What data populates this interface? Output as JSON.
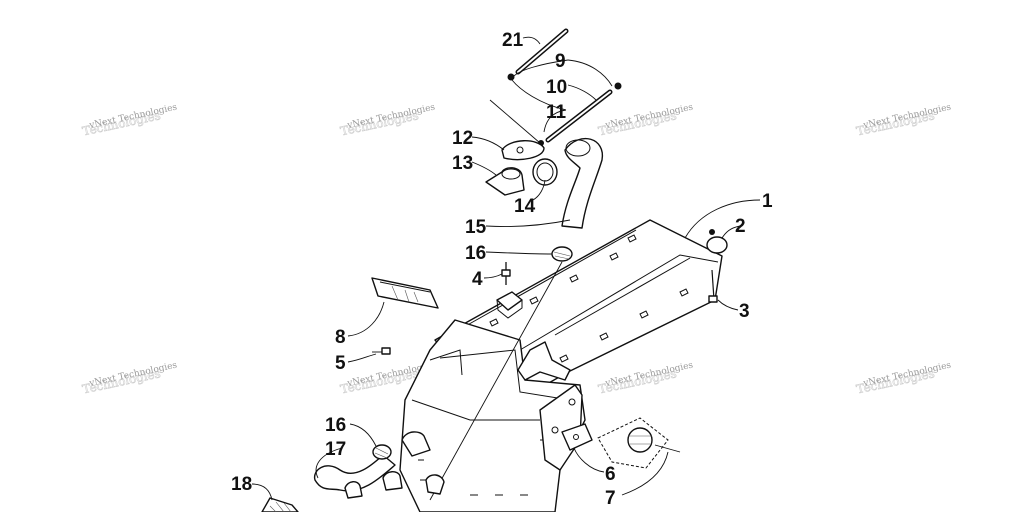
{
  "diagram": {
    "callouts": [
      {
        "id": "c21",
        "label": "21"
      },
      {
        "id": "c9",
        "label": "9"
      },
      {
        "id": "c10",
        "label": "10"
      },
      {
        "id": "c11",
        "label": "11"
      },
      {
        "id": "c12",
        "label": "12"
      },
      {
        "id": "c13",
        "label": "13"
      },
      {
        "id": "c14",
        "label": "14"
      },
      {
        "id": "c15",
        "label": "15"
      },
      {
        "id": "c16a",
        "label": "16"
      },
      {
        "id": "c4",
        "label": "4"
      },
      {
        "id": "c1",
        "label": "1"
      },
      {
        "id": "c2",
        "label": "2"
      },
      {
        "id": "c3",
        "label": "3"
      },
      {
        "id": "c8",
        "label": "8"
      },
      {
        "id": "c5",
        "label": "5"
      },
      {
        "id": "c16b",
        "label": "16"
      },
      {
        "id": "c17",
        "label": "17"
      },
      {
        "id": "c18",
        "label": "18"
      },
      {
        "id": "c6",
        "label": "6"
      },
      {
        "id": "c7",
        "label": "7"
      }
    ],
    "watermark": {
      "small": "vNext Technologies",
      "large": "Technologies"
    },
    "colors": {
      "line": "#111111",
      "watermark": "#9a9a9a",
      "background": "#ffffff"
    }
  }
}
